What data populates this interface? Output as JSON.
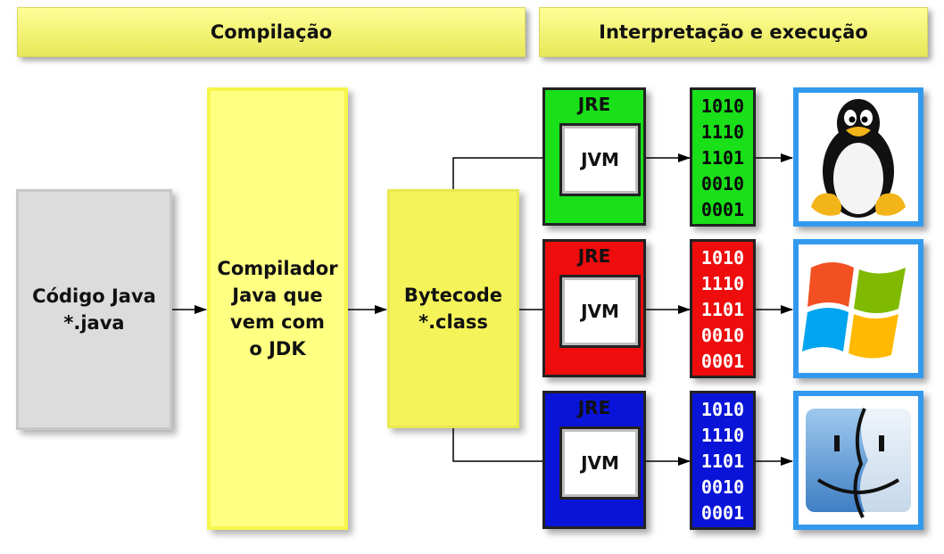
{
  "headers": {
    "compile": "Compilação",
    "run": "Interpretação e execução"
  },
  "source": {
    "label": "Código Java\n*.java"
  },
  "compiler": {
    "label": "Compilador\nJava que\nvem com\no JDK"
  },
  "bytecode": {
    "label": "Bytecode\n*.class"
  },
  "rows": [
    {
      "jre_label": "JRE",
      "jvm_label": "JVM",
      "binary": [
        "1010",
        "1110",
        "1101",
        "0010",
        "0001"
      ],
      "color": "#19e019",
      "os_icon": "linux-tux-icon"
    },
    {
      "jre_label": "JRE",
      "jvm_label": "JVM",
      "binary": [
        "1010",
        "1110",
        "1101",
        "0010",
        "0001"
      ],
      "color": "#ee0c0c",
      "os_icon": "windows-logo-icon"
    },
    {
      "jre_label": "JRE",
      "jvm_label": "JVM",
      "binary": [
        "1010",
        "1110",
        "1101",
        "0010",
        "0001"
      ],
      "color": "#0a14d8",
      "os_icon": "mac-finder-icon"
    }
  ],
  "colors": {
    "header": "#f4f47a",
    "source_box": "#dcdcdc",
    "compiler_box": "#ffff82",
    "bytecode_box": "#f4f45a",
    "os_frame": "#3399ee"
  }
}
